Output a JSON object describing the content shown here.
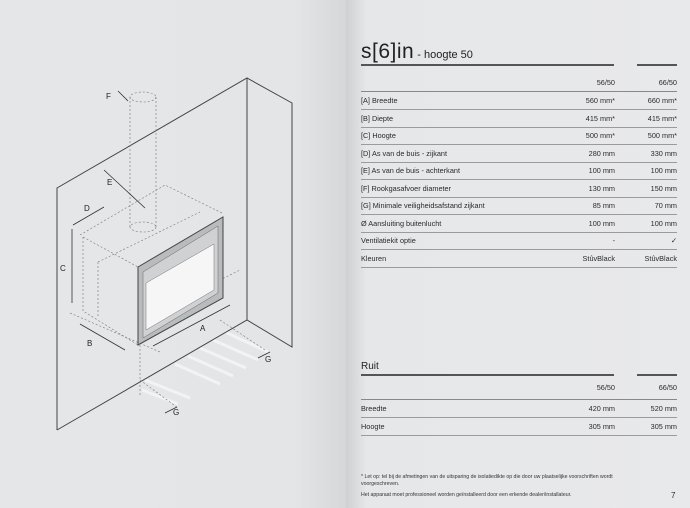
{
  "diagram": {
    "labels": {
      "a": "A",
      "b": "B",
      "c": "C",
      "d": "D",
      "e": "E",
      "f": "F",
      "g1": "G",
      "g2": "G"
    }
  },
  "title": {
    "main": "s[6]in",
    "sub": " - hoogte 50"
  },
  "specs": {
    "columns": [
      "56/50",
      "66/50"
    ],
    "rows": [
      {
        "label": "[A] Breedte",
        "v1": "560 mm*",
        "v2": "660 mm*"
      },
      {
        "label": "[B] Diepte",
        "v1": "415 mm*",
        "v2": "415 mm*"
      },
      {
        "label": "[C] Hoogte",
        "v1": "500 mm*",
        "v2": "500 mm*"
      },
      {
        "label": "[D] As van de buis - zijkant",
        "v1": "280 mm",
        "v2": "330 mm"
      },
      {
        "label": "[E] As van de buis - achterkant",
        "v1": "100 mm",
        "v2": "100 mm"
      },
      {
        "label": "[F] Rookgasafvoer diameter",
        "v1": "130 mm",
        "v2": "150 mm"
      },
      {
        "label": "[G] Minimale veiligheidsafstand zijkant",
        "v1": "85 mm",
        "v2": "70 mm"
      },
      {
        "label": "Ø Aansluiting buitenlucht",
        "v1": "100 mm",
        "v2": "100 mm"
      },
      {
        "label": "Ventilatiekit optie",
        "v1": "-",
        "v2": "✓"
      },
      {
        "label": "Kleuren",
        "v1": "StûvBlack",
        "v2": "StûvBlack"
      }
    ]
  },
  "ruit": {
    "title": "Ruit",
    "columns": [
      "56/50",
      "66/50"
    ],
    "rows": [
      {
        "label": "Breedte",
        "v1": "420 mm",
        "v2": "520 mm"
      },
      {
        "label": "Hoogte",
        "v1": "305 mm",
        "v2": "305 mm"
      }
    ]
  },
  "footnotes": [
    "* Let op: tel bij de afmetingen van de uitsparing de isolatiedikte op die door uw plaatselijke voorschriften wordt voorgeschreven.",
    "Het apparaat moet professioneel worden geïnstalleerd door een erkende dealer/installateur."
  ],
  "page_number": "7"
}
